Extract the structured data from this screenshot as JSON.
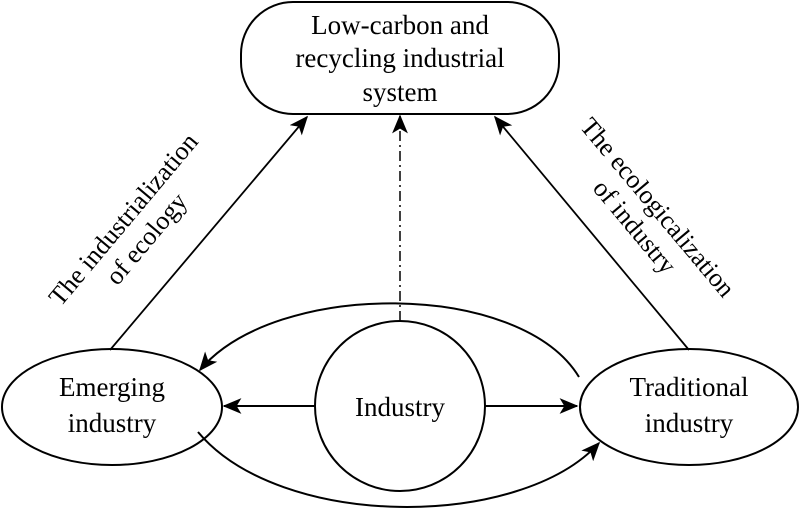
{
  "colors": {
    "stroke": "#000000",
    "background": "#ffffff"
  },
  "nodes": {
    "top": {
      "line1": "Low-carbon and",
      "line2": "recycling industrial",
      "line3": "system"
    },
    "center": {
      "label": "Industry"
    },
    "left": {
      "line1": "Emerging",
      "line2": "industry"
    },
    "right": {
      "line1": "Traditional",
      "line2": "industry"
    }
  },
  "side_labels": {
    "left": {
      "line1": "The industrialization",
      "line2": "of ecology"
    },
    "right": {
      "line1": "The ecologicalization",
      "line2": "of industry"
    }
  }
}
